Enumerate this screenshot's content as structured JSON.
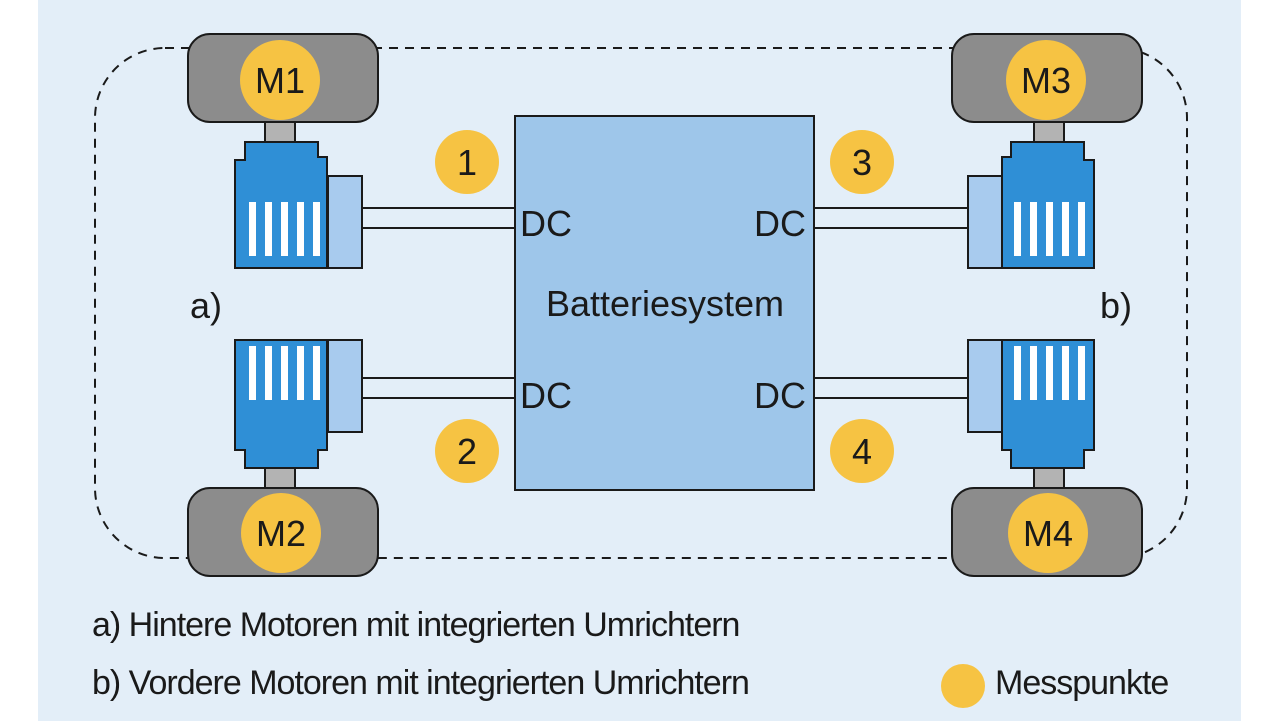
{
  "colors": {
    "background": "#e3eef8",
    "battery_fill": "#9ec6ea",
    "wheel_fill": "#8c8c8c",
    "measure_point": "#f6c343",
    "motor_blue": "#2f8fd6",
    "inverter_light": "#a8cbee"
  },
  "battery": {
    "label": "Batteriesystem",
    "ports": {
      "dc_top_left": "DC",
      "dc_top_right": "DC",
      "dc_bottom_left": "DC",
      "dc_bottom_right": "DC"
    }
  },
  "wheels": {
    "front_left": "M1",
    "rear_left": "M2",
    "front_right": "M3",
    "rear_right": "M4"
  },
  "measure_points": {
    "p1": "1",
    "p2": "2",
    "p3": "3",
    "p4": "4"
  },
  "side_labels": {
    "left": "a)",
    "right": "b)"
  },
  "legend": {
    "line_a": "a) Hintere Motoren mit integrierten Umrichtern",
    "line_b": "b) Vordere Motoren mit integrierten Umrichtern",
    "measure_label": "Messpunkte"
  }
}
